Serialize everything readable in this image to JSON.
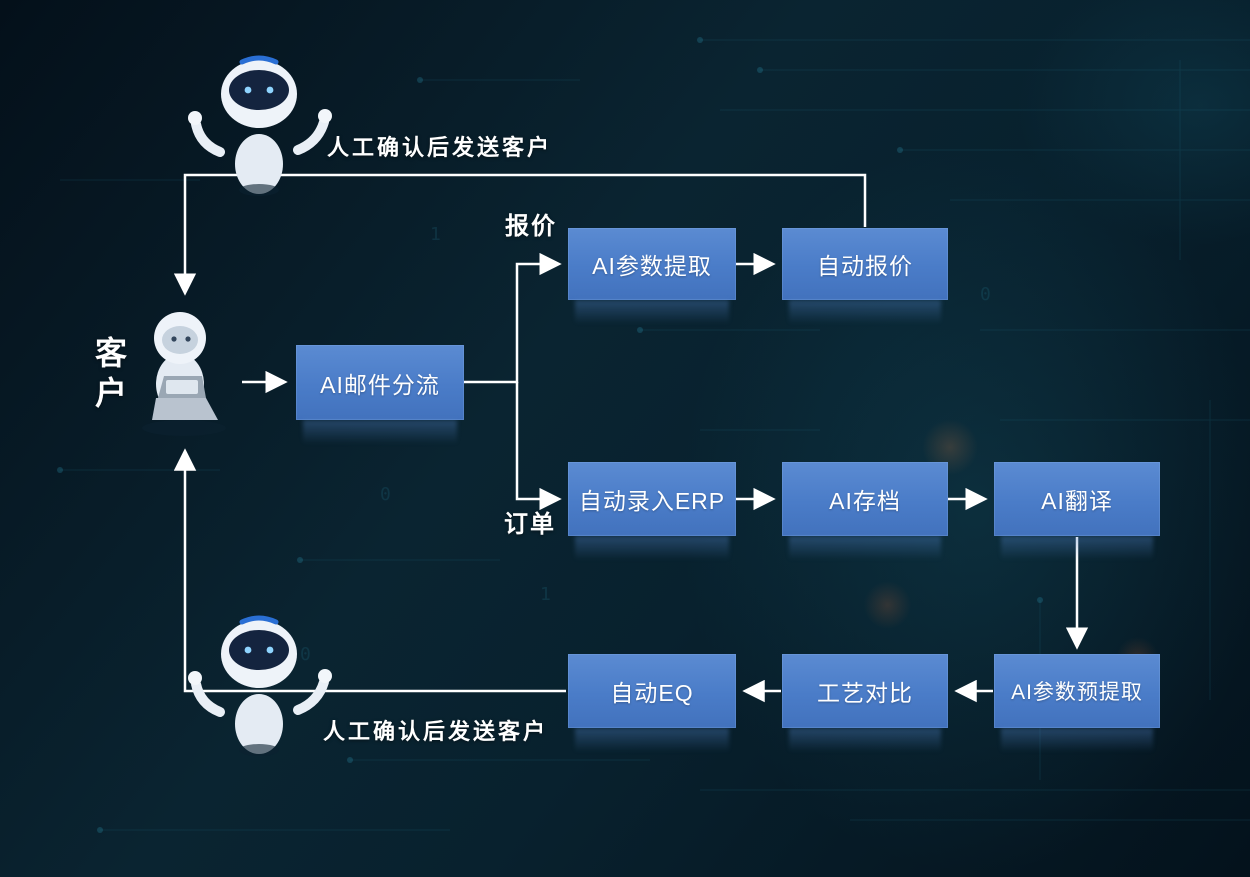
{
  "diagram": {
    "title_hint": "AI email workflow flowchart",
    "customer_label": "客户",
    "top_annotation": "人工确认后发送客户",
    "bottom_annotation": "人工确认后发送客户",
    "branch_labels": {
      "quote": "报价",
      "order": "订单"
    },
    "nodes": {
      "email_split": "AI邮件分流",
      "param_extract": "AI参数提取",
      "auto_quote": "自动报价",
      "erp_entry": "自动录入ERP",
      "ai_archive": "AI存档",
      "ai_translate": "AI翻译",
      "param_pre_extract": "AI参数预提取",
      "process_compare": "工艺对比",
      "auto_eq": "自动EQ"
    },
    "edges": [
      {
        "from": "customer",
        "to": "email_split"
      },
      {
        "from": "email_split",
        "to": "param_extract",
        "label": "报价"
      },
      {
        "from": "email_split",
        "to": "erp_entry",
        "label": "订单"
      },
      {
        "from": "param_extract",
        "to": "auto_quote"
      },
      {
        "from": "auto_quote",
        "to": "customer",
        "via": "人工确认后发送客户"
      },
      {
        "from": "erp_entry",
        "to": "ai_archive"
      },
      {
        "from": "ai_archive",
        "to": "ai_translate"
      },
      {
        "from": "ai_translate",
        "to": "param_pre_extract"
      },
      {
        "from": "param_pre_extract",
        "to": "process_compare"
      },
      {
        "from": "process_compare",
        "to": "auto_eq"
      },
      {
        "from": "auto_eq",
        "to": "customer",
        "via": "人工确认后发送客户"
      }
    ],
    "colors": {
      "box_blue": "#4a7cc8",
      "background_dark": "#081b26",
      "line_white": "#ffffff",
      "accent_teal": "#1a5c70"
    }
  }
}
